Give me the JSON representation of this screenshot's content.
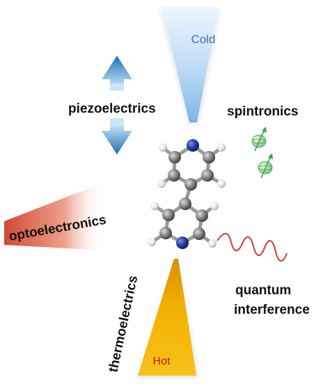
{
  "labels": {
    "cold": "Cold",
    "hot": "Hot",
    "piezoelectrics": "piezoelectrics",
    "spintronics": "spintronics",
    "optoelectronics": "optoelectronics",
    "thermoelectrics": "thermoelectrics",
    "quantum": "quantum",
    "interference": "interference"
  },
  "colors": {
    "cold_tip": "#a9cdf0",
    "cold_text": "#4a6fa5",
    "hot_tip": "#f2b400",
    "hot_text": "#c01818",
    "piezo_arrow": "#2f86c8",
    "opto_tip": "#d9583e",
    "spin_icon": "#3aa64a",
    "wave": "#d23a2c",
    "carbon": "#777777",
    "nitrogen": "#1f2f8a",
    "hydrogen": "#e8e8e8"
  },
  "molecule": {
    "name": "4,4'-bipyridine"
  }
}
